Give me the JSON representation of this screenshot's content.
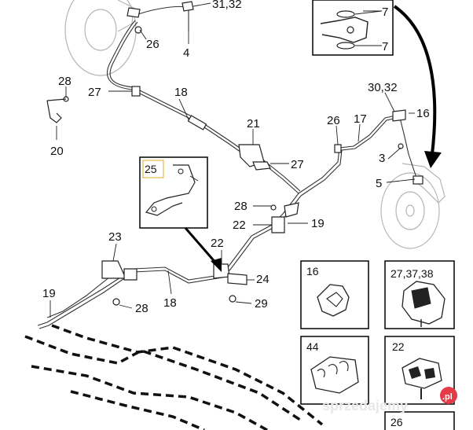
{
  "callouts": {
    "c_31_32": "31,32",
    "c_26_top": "26",
    "c_4": "4",
    "c_28_left": "28",
    "c_27_left": "27",
    "c_18_top": "18",
    "c_20": "20",
    "c_21": "21",
    "c_27_mid": "27",
    "c_26_right": "26",
    "c_17": "17",
    "c_30_32": "30,32",
    "c_16_right": "16",
    "c_3": "3",
    "c_5": "5",
    "c_25": "25",
    "c_28_mid": "28",
    "c_22_mid": "22",
    "c_19_mid": "19",
    "c_23": "23",
    "c_22_low": "22",
    "c_24": "24",
    "c_19_left": "19",
    "c_28_low": "28",
    "c_18_low": "18",
    "c_29": "29",
    "c_7_a": "7",
    "c_7_b": "7"
  },
  "detail_boxes": {
    "box_16": "16",
    "box_27_37_38": "27,37,38",
    "box_44": "44",
    "box_22": "22",
    "box_26": "26"
  },
  "watermark": {
    "text": "sprzedajemy",
    "badge": ".pl"
  }
}
